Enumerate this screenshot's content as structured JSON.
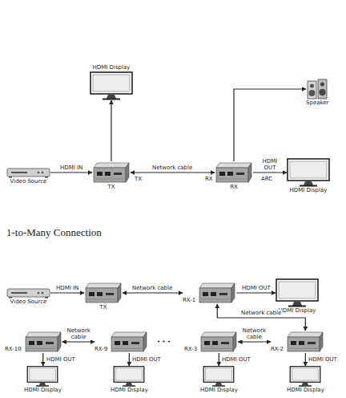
{
  "diagram": {
    "title": "1-to-Many Connection",
    "nodes": [
      {
        "text": [
          "Video Source"
        ]
      },
      {
        "text": [
          "TX"
        ]
      },
      {
        "text": [
          "HDMI Display"
        ]
      },
      {
        "text": [
          "RX"
        ]
      },
      {
        "text": [
          "Speaker"
        ]
      },
      {
        "text": [
          "HDMI Display"
        ]
      },
      {
        "text": [
          "Video Source"
        ]
      },
      {
        "text": [
          "TX"
        ]
      },
      {
        "text": [
          "RX-1"
        ]
      },
      {
        "text": [
          "HDMI Display"
        ]
      },
      {
        "text": [
          "RX-10"
        ]
      },
      {
        "text": [
          "RX-9"
        ]
      },
      {
        "text": [
          "RX-3"
        ]
      },
      {
        "text": [
          "RX-2"
        ]
      },
      {
        "text": [
          "HDMI Display"
        ]
      },
      {
        "text": [
          "HDMI Display"
        ]
      },
      {
        "text": [
          "HDMI Display"
        ]
      },
      {
        "text": [
          "HDMI Display"
        ]
      }
    ],
    "edges": [
      {
        "from": 0,
        "to": 1,
        "label": "HDMI IN",
        "arrow": "to"
      },
      {
        "from": 1,
        "to": 2,
        "arrow": "to"
      },
      {
        "from": 1,
        "to": 3,
        "label": "Network cable",
        "arrow": "both"
      },
      {
        "from": 3,
        "to": 4,
        "arrow": "to"
      },
      {
        "from": 3,
        "to": 5,
        "label": "HDMI OUT",
        "arrow": "to"
      },
      {
        "from": 6,
        "to": 7,
        "label": "HDMI IN",
        "arrow": "to"
      },
      {
        "from": 7,
        "to": 8,
        "label": "Network cable",
        "arrow": "both"
      },
      {
        "from": 8,
        "to": 9,
        "label": "HDMI OUT",
        "arrow": "to"
      },
      {
        "from": 8,
        "to": 13,
        "label": "Network cable",
        "arrow": "both"
      },
      {
        "from": 13,
        "to": 12,
        "label": "Network cable",
        "arrow": "both"
      },
      {
        "from": 11,
        "to": 10,
        "label": "Network cable",
        "arrow": "both"
      },
      {
        "from": 10,
        "to": 14,
        "label": "HDMI OUT",
        "arrow": "to"
      },
      {
        "from": 11,
        "to": 15,
        "label": "HDMI OUT",
        "arrow": "to"
      },
      {
        "from": 12,
        "to": 16,
        "label": "HDMI OUT",
        "arrow": "to"
      },
      {
        "from": 13,
        "to": 17,
        "label": "HDMI OUT",
        "arrow": "to"
      }
    ],
    "labels": [
      "TX",
      "RX",
      "ARC",
      "• • •"
    ]
  }
}
